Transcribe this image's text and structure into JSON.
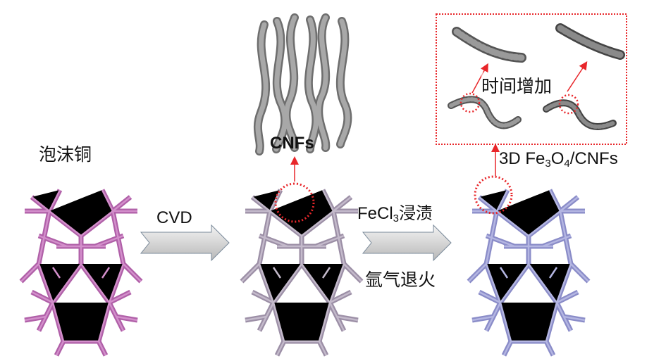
{
  "labels": {
    "copper_foam": "泡沫铜",
    "cvd": "CVD",
    "cnfs": "CNFs",
    "fecl3_prefix": "FeCl",
    "fecl3_sub": "3",
    "fecl3_suffix": "浸渍",
    "argon_anneal": "氩气退火",
    "product_prefix": "3D Fe",
    "product_sub1": "3",
    "product_mid": "O",
    "product_sub2": "4",
    "product_suffix": "/CNFs",
    "time_increase": "时间增加"
  },
  "colors": {
    "copper_foam": "#b060a8",
    "cnf_foam": "#9c8fa6",
    "product_foam": "#8a8cc8",
    "annotation_red": "#e8262a",
    "fiber_gray": "#8e8e8e",
    "arrow_fill": "#d8d8d8"
  }
}
